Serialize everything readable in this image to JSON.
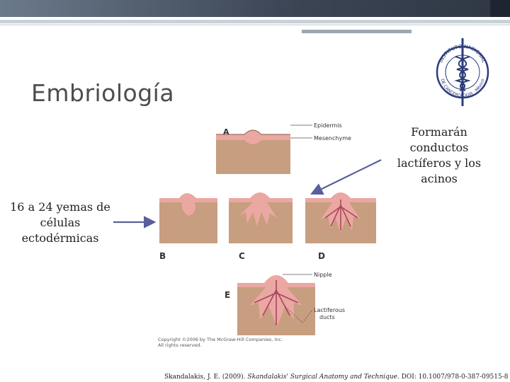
{
  "slide": {
    "title": "Embriología",
    "callout_right": "Formarán conductos lactíferos y los acinos",
    "callout_left": "16 a 24 yemas de células ectodérmicas",
    "citation": {
      "prefix": "Skandalakis, J. E. (2009). ",
      "book": "Skandalakis' Surgical Anatomy and Technique",
      "suffix": ". DOI: 10.1007/978-0-387-09515-8"
    }
  },
  "logo": {
    "text_top": "INSTITUTO NACIONAL",
    "text_bottom": "DE CANCEROLOGÍA · México"
  },
  "diagram": {
    "panel_labels": [
      "A",
      "B",
      "C",
      "D",
      "E"
    ],
    "labels": {
      "epidermis": "Epidermis",
      "mesenchyme": "Mesenchyme",
      "nipple": "Nipple",
      "ducts_line1": "Lactiferous",
      "ducts_line2": "ducts"
    },
    "copyright_line1": "Copyright ©2006 by The McGraw-Hill Companies, Inc.",
    "copyright_line2": "All rights reserved."
  },
  "colors": {
    "tissue": "#c79e7f",
    "epidermis": "#eba7a2",
    "duct_dark": "#a8455c",
    "arrow": "#5a5f9b"
  }
}
